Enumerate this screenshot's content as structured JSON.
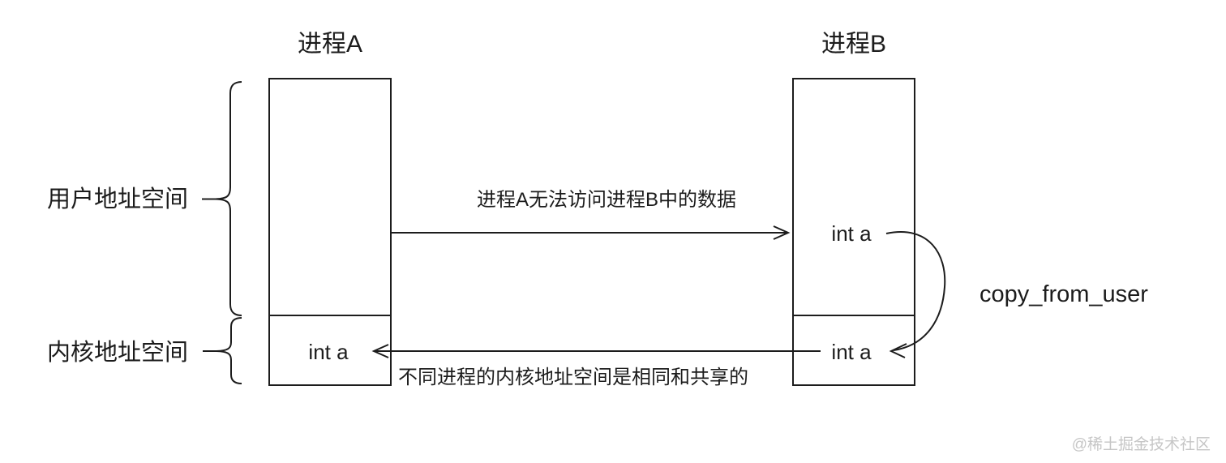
{
  "diagram": {
    "title": "copy_from_user address-space diagram",
    "process_a": {
      "title": "进程A",
      "kernel_var": "int a"
    },
    "process_b": {
      "title": "进程B",
      "user_var": "int a",
      "kernel_var": "int a"
    },
    "space_labels": {
      "user_space": "用户地址空间",
      "kernel_space": "内核地址空间"
    },
    "annotations": {
      "top_arrow_note": "进程A无法访问进程B中的数据",
      "bottom_arrow_note": "不同进程的内核地址空间是相同和共享的",
      "curve_label": "copy_from_user"
    },
    "watermark": "@稀土掘金技术社区",
    "colors": {
      "line": "#1c1c1c",
      "text": "#1c1c1c",
      "watermark": "#c6c6c6",
      "background": "#ffffff"
    }
  }
}
